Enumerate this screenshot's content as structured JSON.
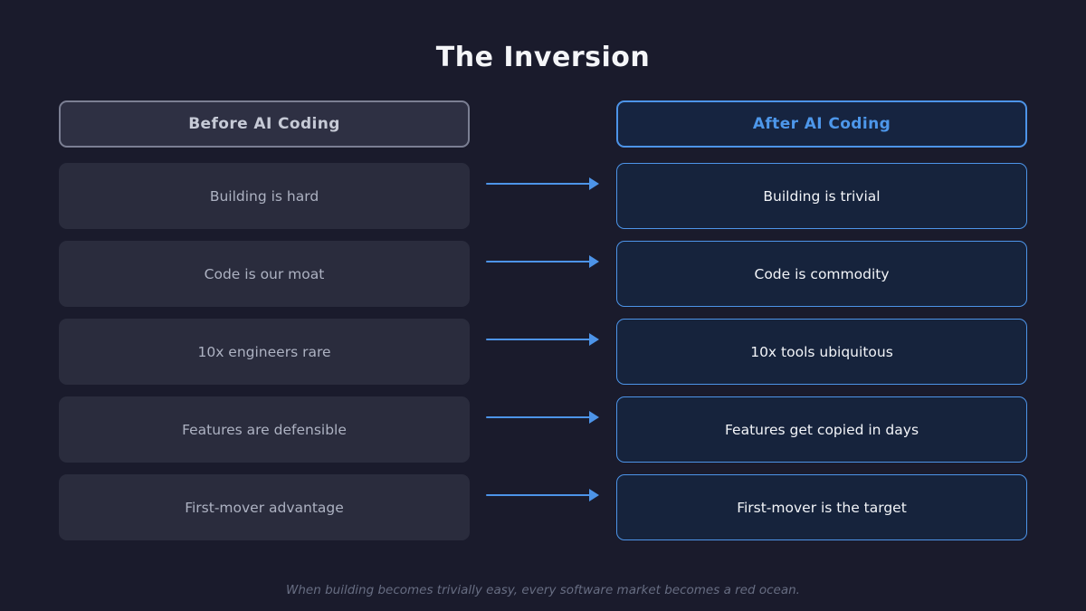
{
  "title": "The Inversion",
  "columns": {
    "before": {
      "header": "Before AI Coding",
      "items": [
        "Building is hard",
        "Code is our moat",
        "10x engineers rare",
        "Features are defensible",
        "First-mover advantage"
      ]
    },
    "after": {
      "header": "After AI Coding",
      "items": [
        "Building is trivial",
        "Code is commodity",
        "10x tools ubiquitous",
        "Features get copied in days",
        "First-mover is the target"
      ]
    }
  },
  "footer": "When building becomes trivially easy, every software market becomes a red ocean.",
  "colors": {
    "background": "#1a1b2c",
    "accent_blue": "#4d94e8",
    "before_header_border": "#7b7f93",
    "before_box_fill": "#2a2c3d",
    "before_text": "#adb2c2",
    "after_box_fill": "#16233c",
    "after_text": "#f2f4f8",
    "title_text": "#f4f5f8",
    "footer_text": "#676d82"
  }
}
